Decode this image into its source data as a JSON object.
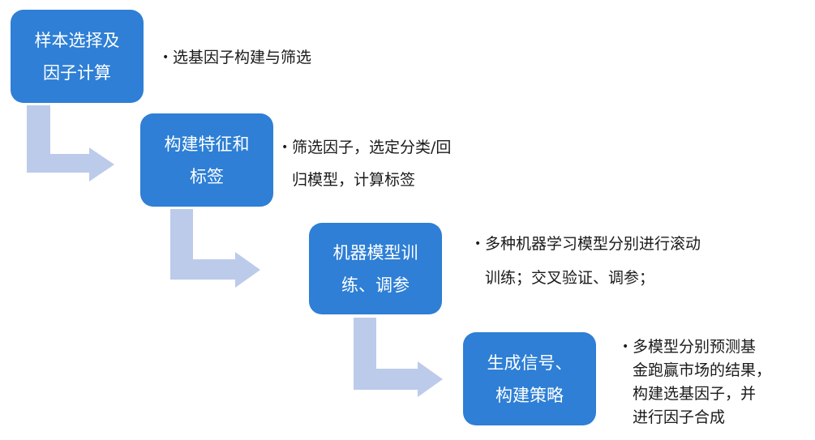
{
  "colors": {
    "box": "#2e7fd5",
    "arrow": "#bccbea",
    "text": "#1a1a1a"
  },
  "steps": [
    {
      "title_lines": [
        "样本选择及",
        "因子计算"
      ],
      "desc_lines": [
        "选基因子构建与筛选"
      ]
    },
    {
      "title_lines": [
        "构建特征和",
        "标签"
      ],
      "desc_lines": [
        "筛选因子，选定分类/回",
        "归模型，计算标签"
      ]
    },
    {
      "title_lines": [
        "机器模型训",
        "练、调参"
      ],
      "desc_lines": [
        "多种机器学习模型分别进行滚动",
        "训练；交叉验证、调参；"
      ]
    },
    {
      "title_lines": [
        "生成信号、",
        "构建策略"
      ],
      "desc_lines": [
        "多模型分别预测基",
        "金跑赢市场的结果，",
        "构建选基因子，并",
        "进行因子合成"
      ]
    }
  ],
  "bullet": "•"
}
